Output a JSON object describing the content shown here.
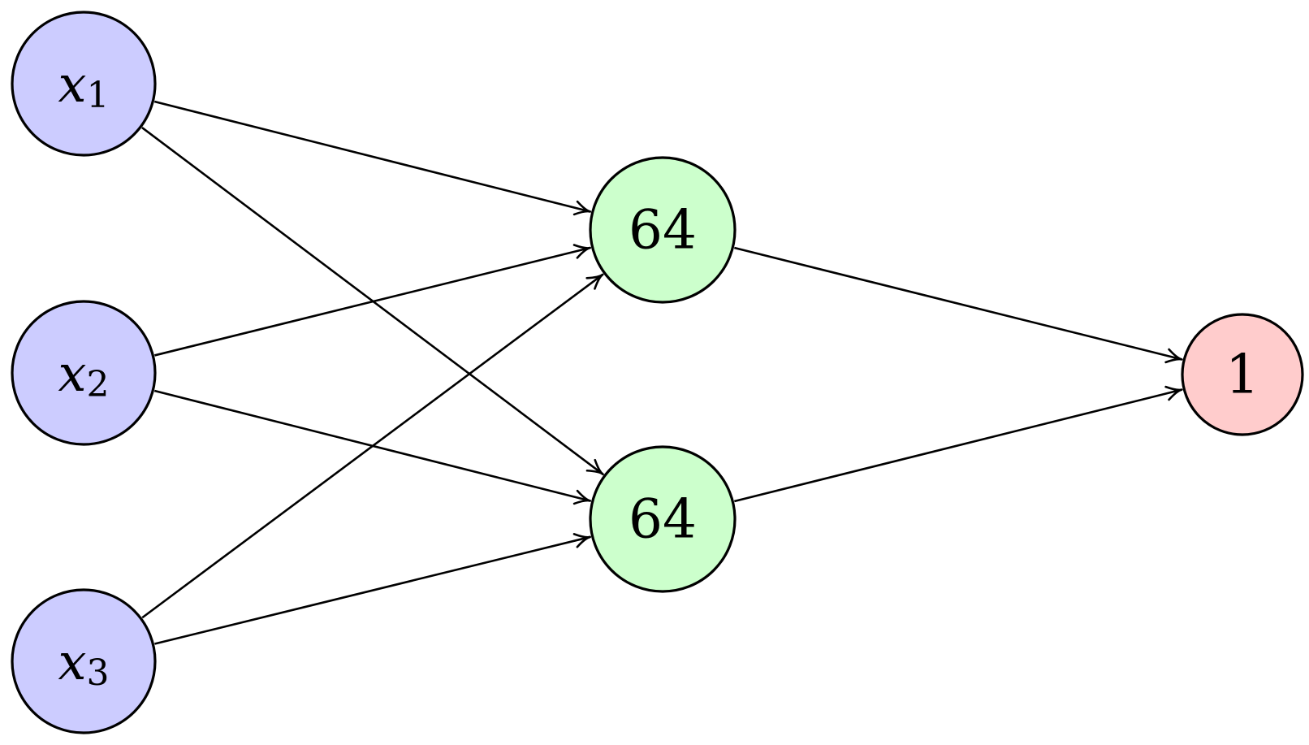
{
  "colors": {
    "input": "#ccccff",
    "hidden": "#ccffcc",
    "output": "#ffcccc",
    "stroke": "#000000"
  },
  "nodes": {
    "x1": {
      "var": "x",
      "sub": "1"
    },
    "x2": {
      "var": "x",
      "sub": "2"
    },
    "x3": {
      "var": "x",
      "sub": "3"
    },
    "h1": {
      "label": "64"
    },
    "h2": {
      "label": "64"
    },
    "out": {
      "label": "1"
    }
  },
  "edges": [
    {
      "from": "x1",
      "to": "h1"
    },
    {
      "from": "x1",
      "to": "h2"
    },
    {
      "from": "x2",
      "to": "h1"
    },
    {
      "from": "x2",
      "to": "h2"
    },
    {
      "from": "x3",
      "to": "h1"
    },
    {
      "from": "x3",
      "to": "h2"
    },
    {
      "from": "h1",
      "to": "out"
    },
    {
      "from": "h2",
      "to": "out"
    }
  ]
}
